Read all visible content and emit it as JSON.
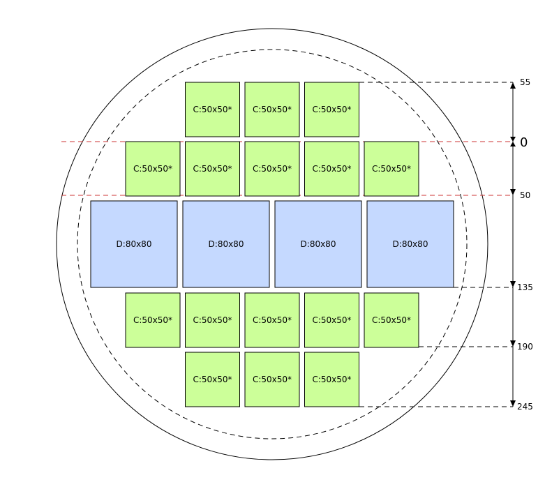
{
  "colors": {
    "small_fill": "#ccff99",
    "large_fill": "#c5d9ff",
    "outline": "#000000",
    "red_guide": "#cc3333"
  },
  "small_label": "C:50x50*",
  "large_label": "D:80x80",
  "rows": [
    {
      "type": "small",
      "count": 3
    },
    {
      "type": "small",
      "count": 5
    },
    {
      "type": "large",
      "count": 4
    },
    {
      "type": "small",
      "count": 5
    },
    {
      "type": "small",
      "count": 3
    }
  ],
  "dimensions": {
    "zero_label": "0",
    "markers": [
      "55",
      "50",
      "135",
      "190",
      "245"
    ]
  }
}
